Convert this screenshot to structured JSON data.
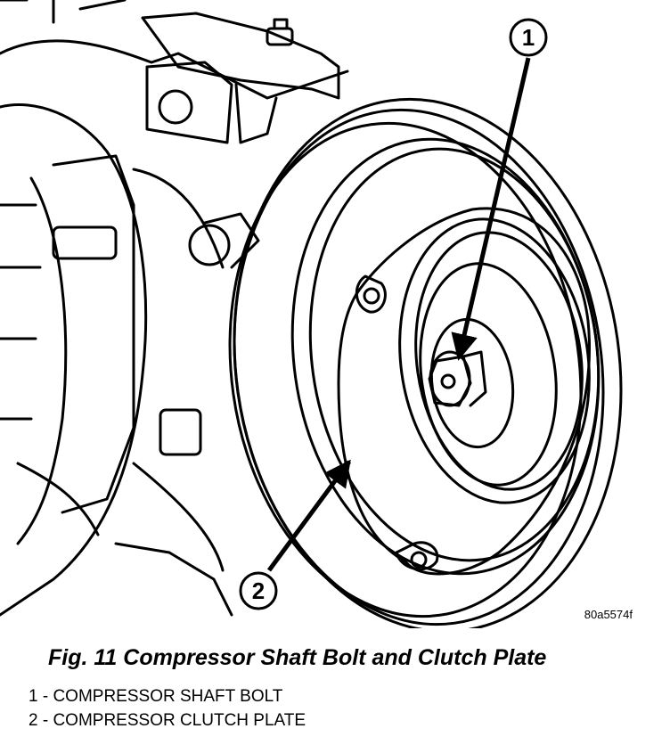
{
  "figure": {
    "reference_code": "80a5574f",
    "callouts": [
      {
        "number": "1"
      },
      {
        "number": "2"
      }
    ]
  },
  "caption": "Fig. 11 Compressor Shaft Bolt and Clutch Plate",
  "legend": [
    {
      "text": "1 - COMPRESSOR SHAFT BOLT"
    },
    {
      "text": "2 - COMPRESSOR CLUTCH PLATE"
    }
  ]
}
